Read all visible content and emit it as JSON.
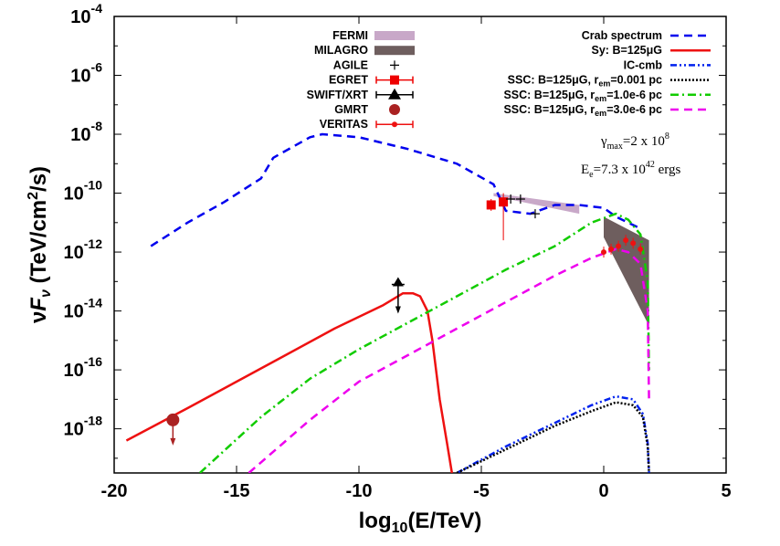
{
  "chart_data": {
    "type": "line",
    "xlabel": "log10(E/TeV)",
    "ylabel": "νFν (TeV/cm²/s)",
    "xlim": [
      -20,
      5
    ],
    "ylim": [
      -19.5,
      -4
    ],
    "y_scale": "log",
    "x_ticks": [
      -20,
      -15,
      -10,
      -5,
      0,
      5
    ],
    "y_ticks": [
      -4,
      -6,
      -8,
      -10,
      -12,
      -14,
      -16,
      -18
    ],
    "annotations": [
      "γmax=2 x 10^8",
      "Ee=7.3 x 10^42 ergs"
    ],
    "legend_left": [
      "FERMI",
      "MILAGRO",
      "AGILE",
      "EGRET",
      "SWIFT/XRT",
      "GMRT",
      "VERITAS"
    ],
    "series": [
      {
        "name": "Crab spectrum",
        "color": "#0000ee",
        "style": "dashed",
        "x": [
          -18.5,
          -17,
          -15.5,
          -14,
          -13.5,
          -12,
          -11.5,
          -10,
          -8,
          -6,
          -4.5,
          -4,
          -3,
          -2,
          -1,
          0,
          0.5,
          1.5
        ],
        "y": [
          -11.8,
          -11,
          -10.3,
          -9.5,
          -8.8,
          -8.1,
          -8,
          -8.1,
          -8.5,
          -9.0,
          -9.7,
          -10.6,
          -10.7,
          -10.4,
          -10.4,
          -10.5,
          -10.8,
          -11.2
        ]
      },
      {
        "name": "Sy: B=125μG",
        "color": "#ee1111",
        "style": "solid",
        "x": [
          -19.5,
          -17,
          -15,
          -13,
          -11,
          -9,
          -8.2,
          -7.8,
          -7.5,
          -7.2,
          -7,
          -6.7,
          -6.4,
          -6.2
        ],
        "y": [
          -18.4,
          -17.3,
          -16.4,
          -15.5,
          -14.6,
          -13.8,
          -13.4,
          -13.4,
          -13.5,
          -14,
          -15,
          -17,
          -18.5,
          -19.5
        ]
      },
      {
        "name": "IC-cmb",
        "color": "#0022ee",
        "style": "dashdotdot",
        "x": [
          -6,
          -4,
          -2,
          -0.5,
          0.5,
          1.2,
          1.6,
          1.8,
          1.85
        ],
        "y": [
          -19.5,
          -18.6,
          -17.8,
          -17.2,
          -16.9,
          -17.0,
          -17.5,
          -18.5,
          -19.5
        ]
      },
      {
        "name": "SSC: B=125μG, rem=0.001 pc",
        "color": "#000000",
        "style": "dotted",
        "x": [
          -6,
          -4,
          -2,
          -0.5,
          0.5,
          1.2,
          1.6,
          1.8,
          1.85
        ],
        "y": [
          -19.5,
          -18.7,
          -17.9,
          -17.4,
          -17.1,
          -17.2,
          -17.6,
          -18.6,
          -19.5
        ]
      },
      {
        "name": "SSC: B=125μG, rem=1.0e-6 pc",
        "color": "#11cc00",
        "style": "dashdot",
        "x": [
          -16.5,
          -14,
          -12,
          -10,
          -8,
          -6,
          -4,
          -2,
          -0.5,
          0.5,
          1.0,
          1.5,
          1.8,
          1.85
        ],
        "y": [
          -19.5,
          -17.6,
          -16.3,
          -15.3,
          -14.4,
          -13.5,
          -12.6,
          -11.8,
          -11.0,
          -10.7,
          -10.9,
          -11.4,
          -13,
          -16
        ]
      },
      {
        "name": "SSC: B=125μG, rem=3.0e-6 pc",
        "color": "#ee00ee",
        "style": "dashed",
        "x": [
          -14.5,
          -12,
          -10,
          -8,
          -6,
          -4,
          -2,
          -0.5,
          0.5,
          1.0,
          1.5,
          1.8,
          1.85
        ],
        "y": [
          -19.5,
          -17.7,
          -16.4,
          -15.5,
          -14.6,
          -13.7,
          -12.8,
          -12.2,
          -11.9,
          -12.0,
          -12.4,
          -14,
          -17
        ]
      }
    ],
    "points": [
      {
        "name": "EGRET",
        "color": "#ee0000",
        "shape": "square",
        "x": [
          -4.6,
          -4.1
        ],
        "y": [
          -10.4,
          -10.3
        ],
        "err_low": [
          -10.6,
          -11.6
        ],
        "err_high": [
          -10.2,
          -10.0
        ]
      },
      {
        "name": "SWIFT/XRT",
        "color": "#000000",
        "shape": "triangle",
        "x": [
          -8.4
        ],
        "y": [
          -13.1
        ]
      },
      {
        "name": "GMRT",
        "color": "#aa2222",
        "shape": "circle",
        "x": [
          -17.6
        ],
        "y": [
          -17.7
        ]
      },
      {
        "name": "VERITAS",
        "color": "#ee1111",
        "shape": "dot",
        "x": [
          0,
          0.3,
          0.6,
          0.9,
          1.2,
          1.5
        ],
        "y": [
          -12.0,
          -11.9,
          -11.8,
          -11.6,
          -11.7,
          -11.9
        ]
      },
      {
        "name": "AGILE",
        "color": "#000000",
        "shape": "plus",
        "x": [
          -3.8,
          -3.4,
          -2.8
        ],
        "y": [
          -10.2,
          -10.2,
          -10.7
        ]
      }
    ],
    "bands": [
      {
        "name": "FERMI",
        "color": "#c8a8c8",
        "x": [
          -4.5,
          -1
        ],
        "y_low": [
          -10.1,
          -10.7
        ],
        "y_high": [
          -10.0,
          -10.4
        ]
      },
      {
        "name": "MILAGRO",
        "color": "#6e5e5e",
        "x": [
          0,
          1.85
        ],
        "y_low": [
          -11.5,
          -14.5
        ],
        "y_high": [
          -10.8,
          -11.6
        ]
      }
    ]
  }
}
